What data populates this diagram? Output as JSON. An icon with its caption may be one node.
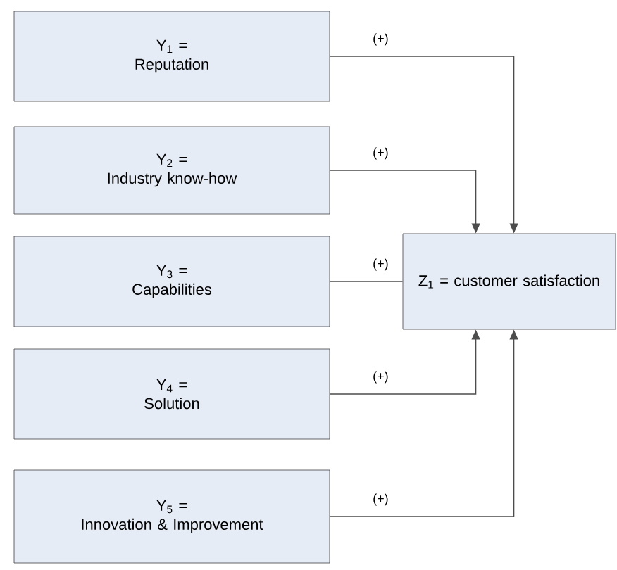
{
  "diagram": {
    "nodes": [
      {
        "text": [
          "Y$_{1}$ =",
          "Reputation"
        ]
      },
      {
        "text": [
          "Y$_{2}$ =",
          "Industry know-how"
        ]
      },
      {
        "text": [
          "Y$_{3}$ =",
          "Capabilities"
        ]
      },
      {
        "text": [
          "Y$_{4}$ =",
          "Solution"
        ]
      },
      {
        "text": [
          "Y$_{5}$ =",
          "Innovation & Improvement"
        ]
      },
      {
        "text": [
          "Z$_{1}$ = customer satisfaction"
        ]
      }
    ],
    "edges": [
      {
        "from": 0,
        "to": 5,
        "arrow": "to",
        "label": "(+)"
      },
      {
        "from": 1,
        "to": 5,
        "arrow": "to",
        "label": "(+)"
      },
      {
        "from": 2,
        "to": 5,
        "arrow": "none",
        "label": "(+)"
      },
      {
        "from": 3,
        "to": 5,
        "arrow": "to",
        "label": "(+)"
      },
      {
        "from": 4,
        "to": 5,
        "arrow": "to",
        "label": "(+)"
      }
    ]
  }
}
